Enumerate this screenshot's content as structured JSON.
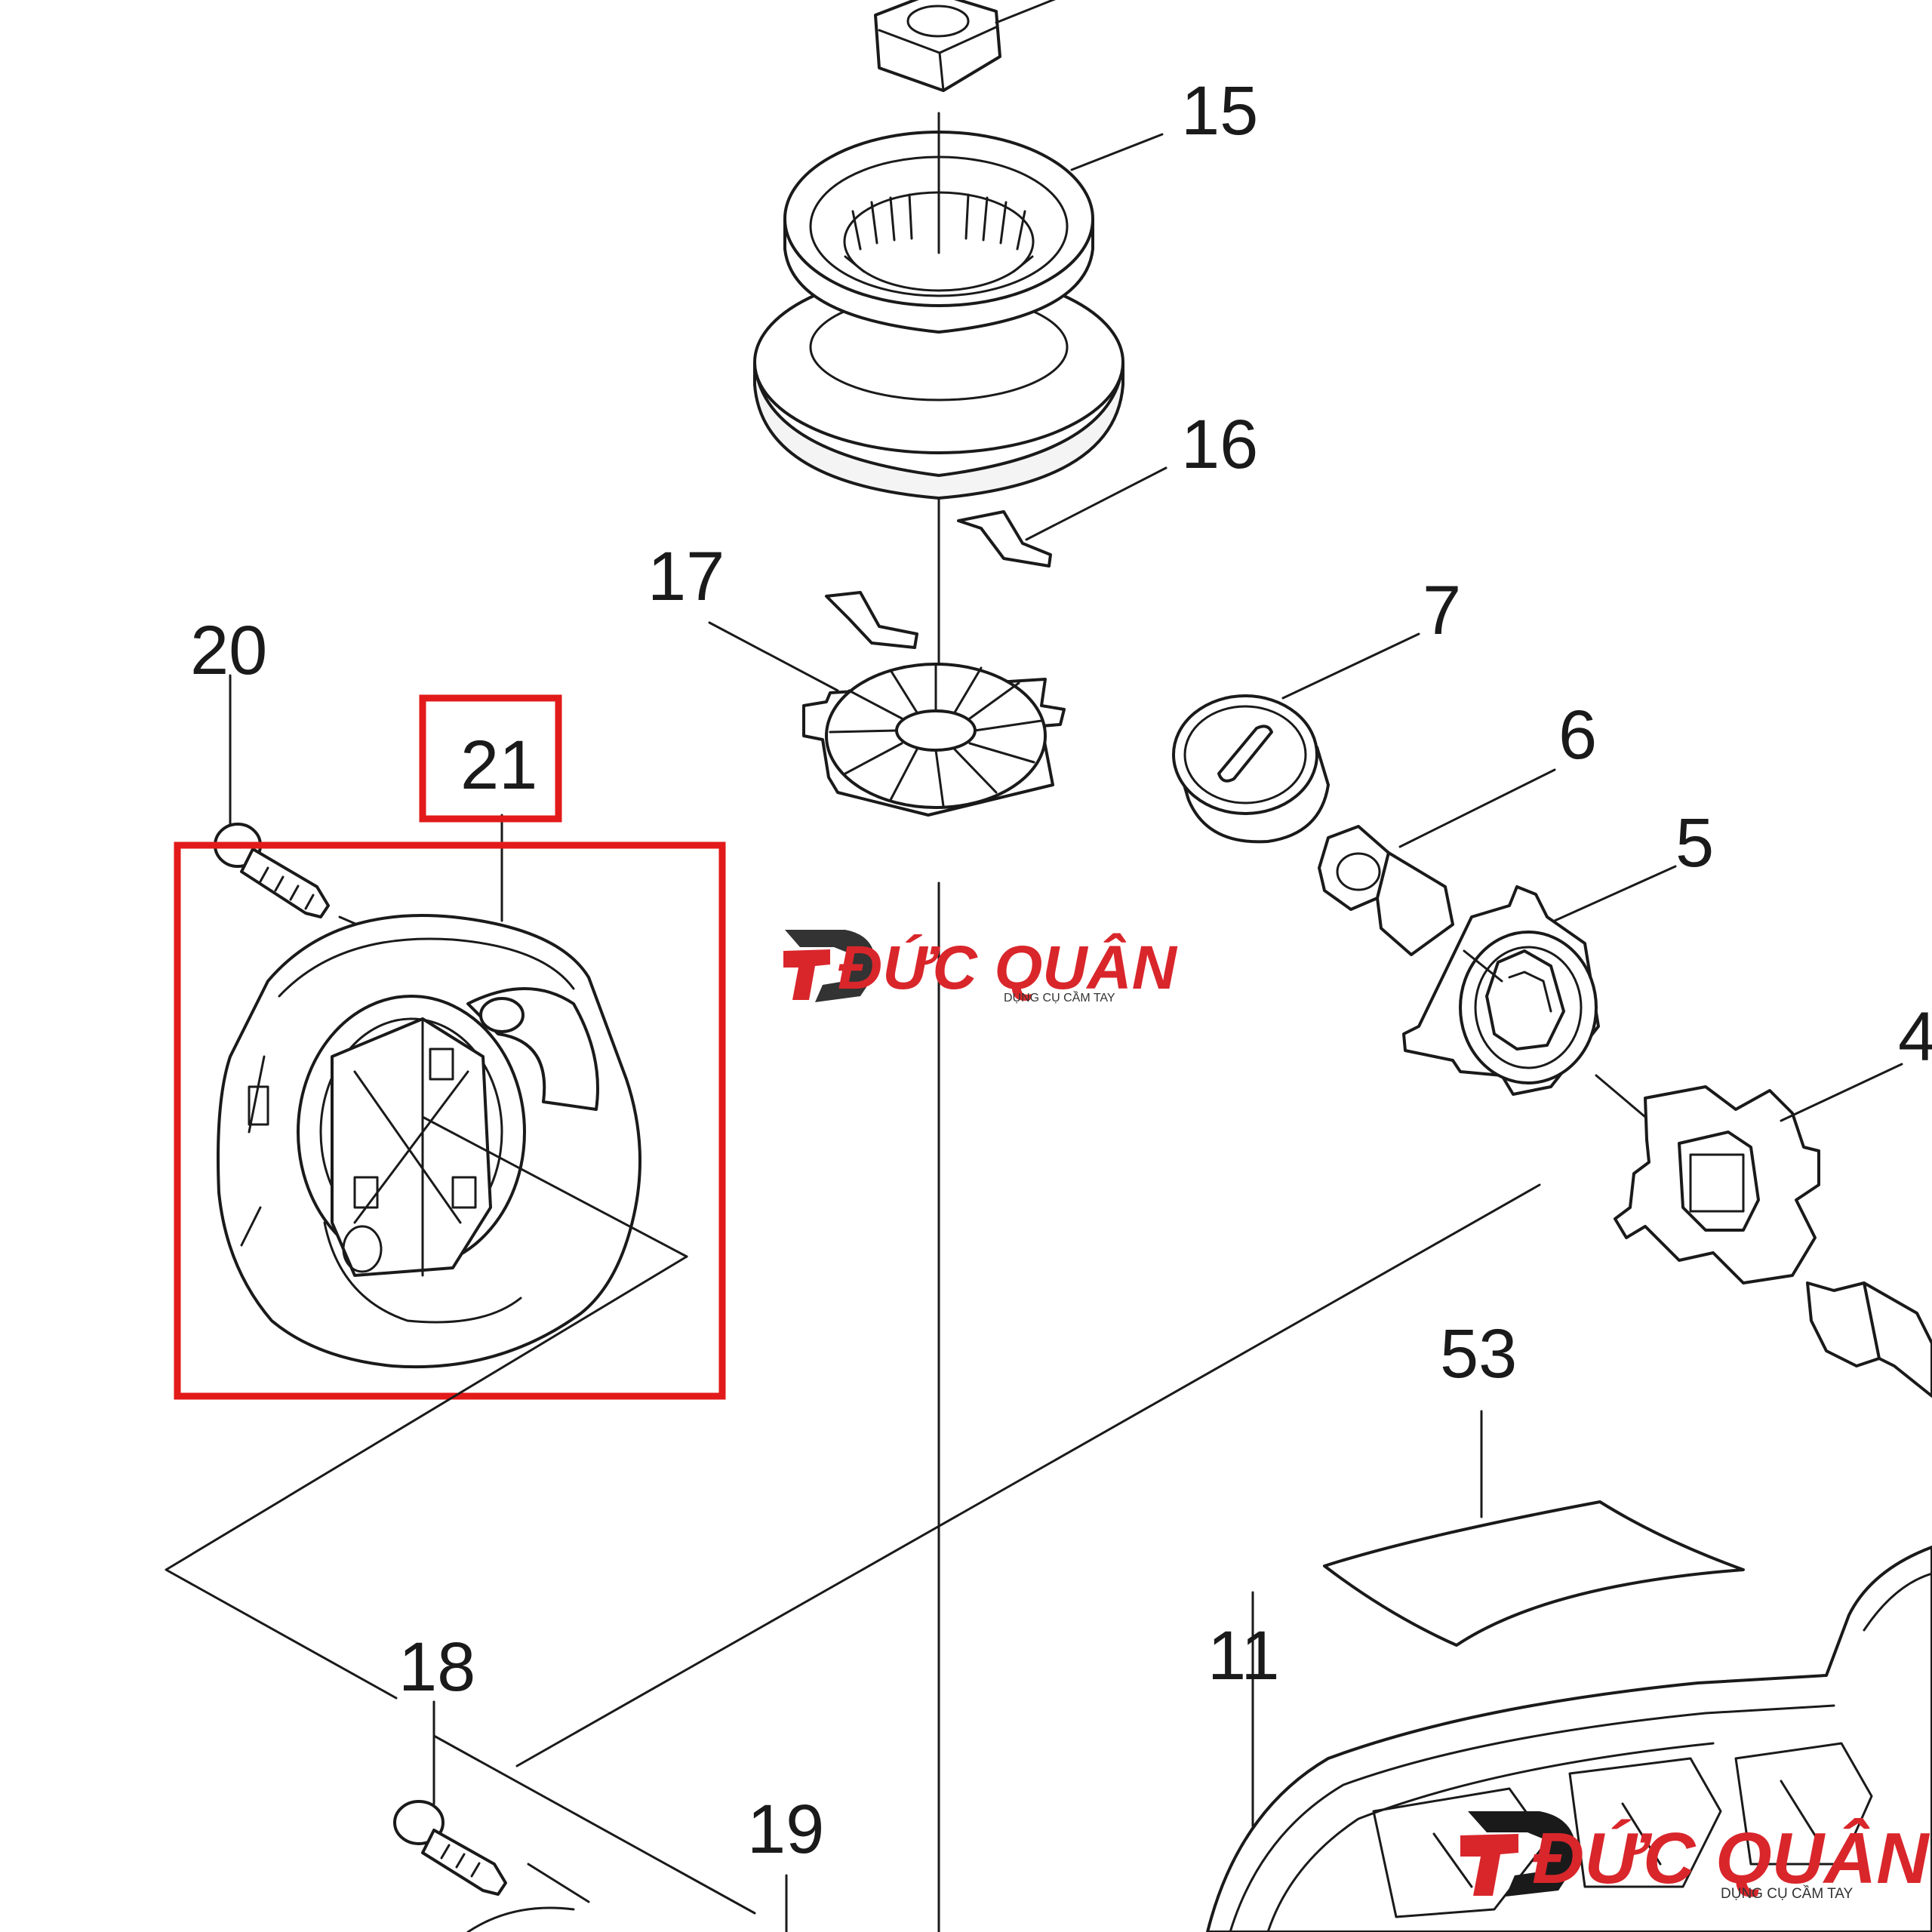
{
  "parts": {
    "p15": "15",
    "p16": "16",
    "p17": "17",
    "p7": "7",
    "p6": "6",
    "p5": "5",
    "p4": "4",
    "p20": "20",
    "p21": "21",
    "p53": "53",
    "p11": "11",
    "p18": "18",
    "p19": "19"
  },
  "highlight": {
    "part": "21",
    "color": "#e21a1a"
  },
  "watermark": {
    "brand": "ĐỨC QUÂN",
    "tagline": "DỤNG CỤ CẦM TAY",
    "color": "#d9262b"
  }
}
